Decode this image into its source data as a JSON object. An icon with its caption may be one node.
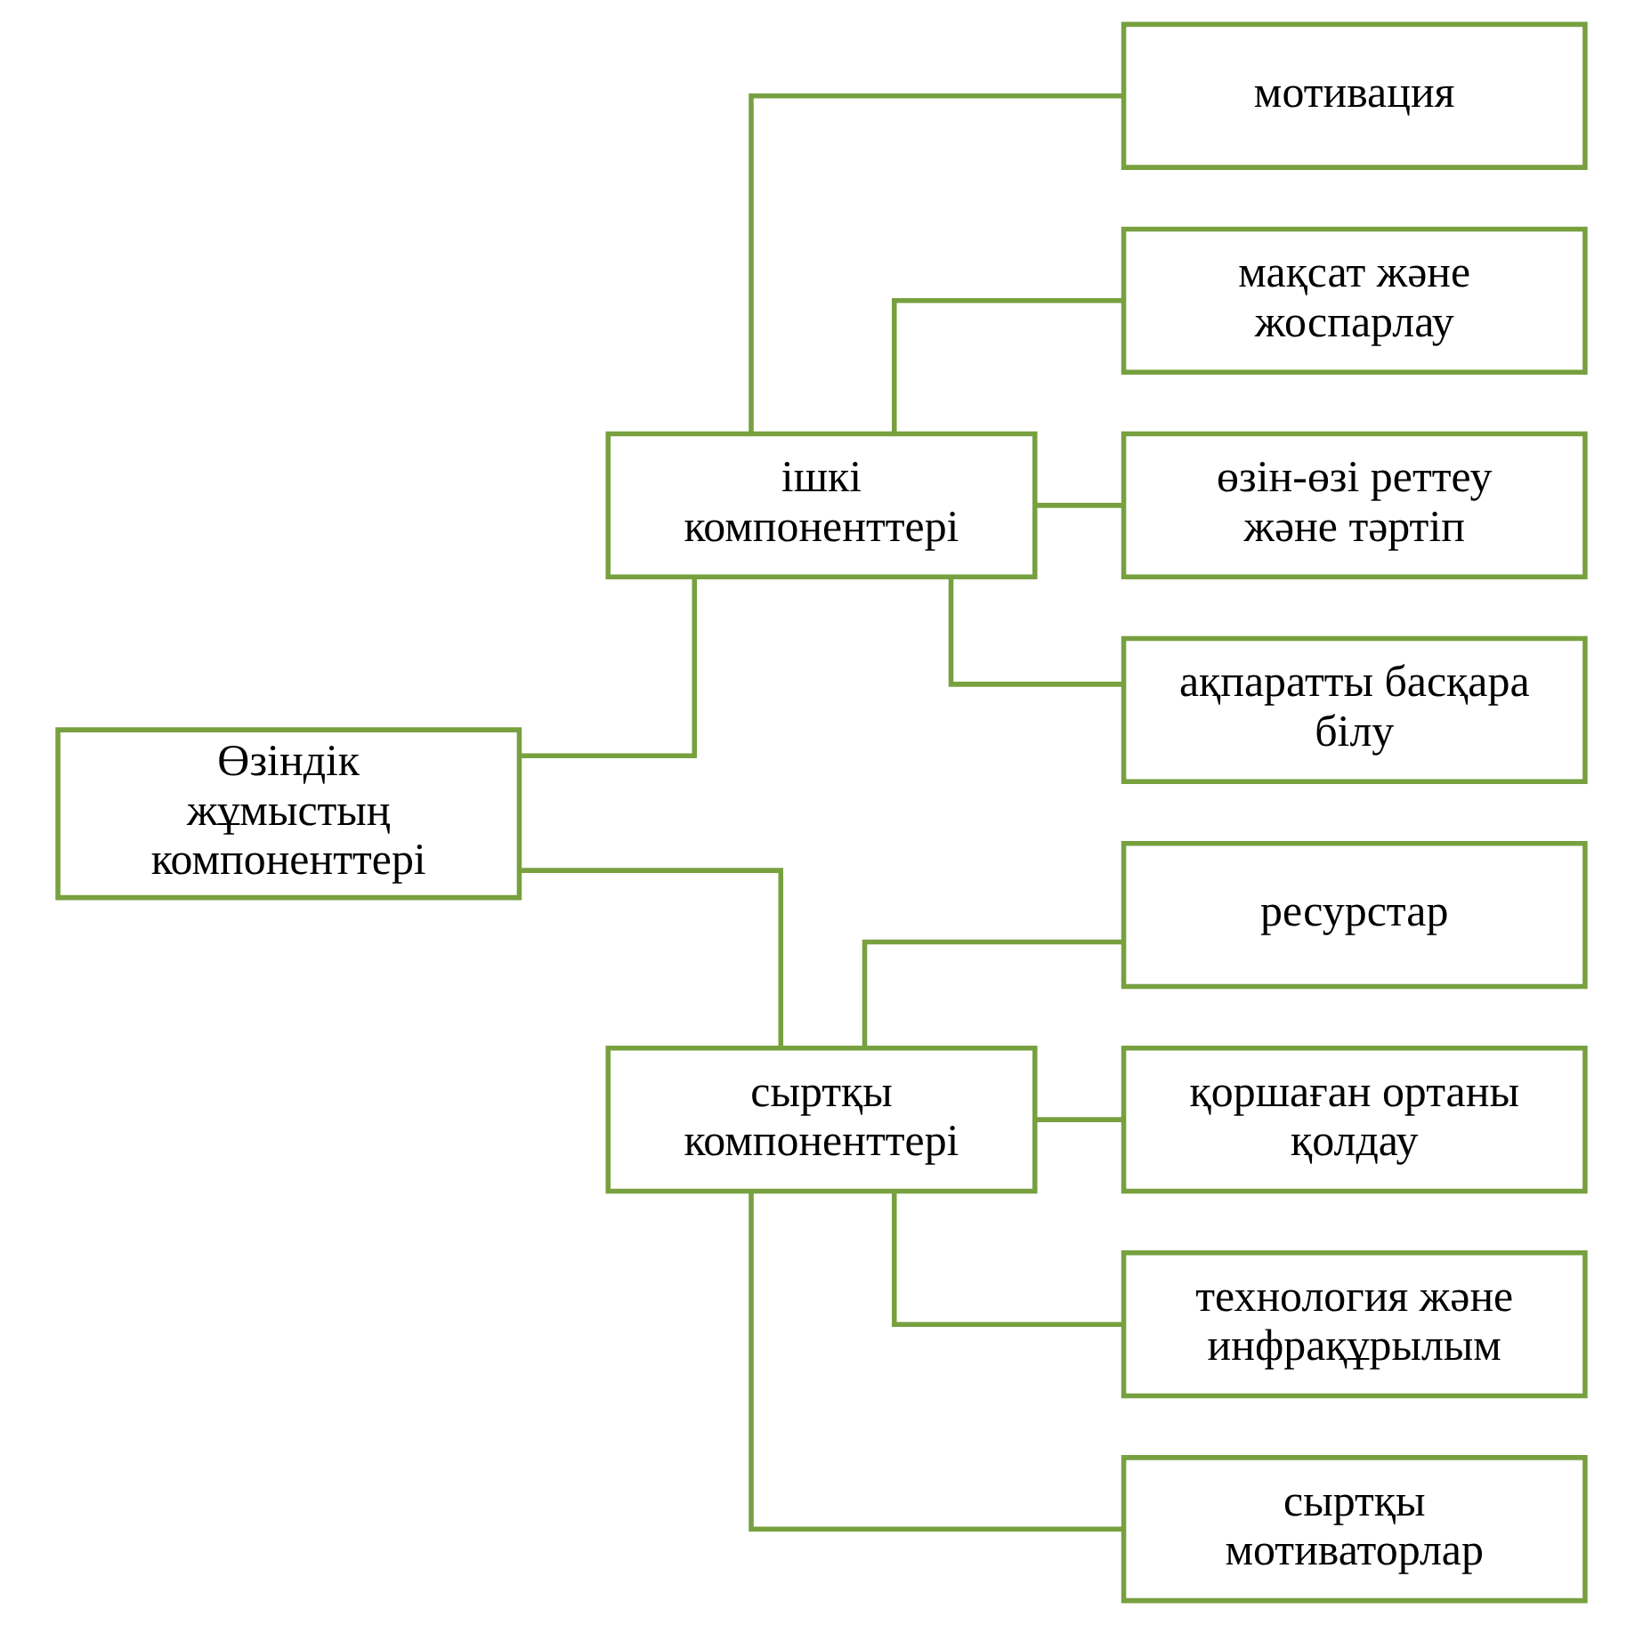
{
  "diagram": {
    "nodes": [
      {
        "text": [
          "Өзіндік жұмыстың компоненттері"
        ]
      },
      {
        "text": [
          "ішкі компоненттері"
        ]
      },
      {
        "text": [
          "мотивация"
        ]
      },
      {
        "text": [
          "мақсат және жоспарлау"
        ]
      },
      {
        "text": [
          "өзін-өзі реттеу және тәртіп"
        ]
      },
      {
        "text": [
          "ақпаратты басқара білу"
        ]
      },
      {
        "text": [
          "сыртқы компоненттері"
        ]
      },
      {
        "text": [
          "ресурстар"
        ]
      },
      {
        "text": [
          "қоршаған ортаны қолдау"
        ]
      },
      {
        "text": [
          "технология және инфрақұрылым"
        ]
      },
      {
        "text": [
          "сыртқы мотиваторлар"
        ]
      }
    ],
    "edges": [
      {
        "from": 0,
        "to": 1,
        "arrow": "none"
      },
      {
        "from": 0,
        "to": 6,
        "arrow": "none"
      },
      {
        "from": 1,
        "to": 2,
        "arrow": "none"
      },
      {
        "from": 1,
        "to": 3,
        "arrow": "none"
      },
      {
        "from": 1,
        "to": 4,
        "arrow": "none"
      },
      {
        "from": 1,
        "to": 5,
        "arrow": "none"
      },
      {
        "from": 6,
        "to": 7,
        "arrow": "none"
      },
      {
        "from": 6,
        "to": 8,
        "arrow": "none"
      },
      {
        "from": 6,
        "to": 9,
        "arrow": "none"
      },
      {
        "from": 6,
        "to": 10,
        "arrow": "none"
      }
    ]
  }
}
